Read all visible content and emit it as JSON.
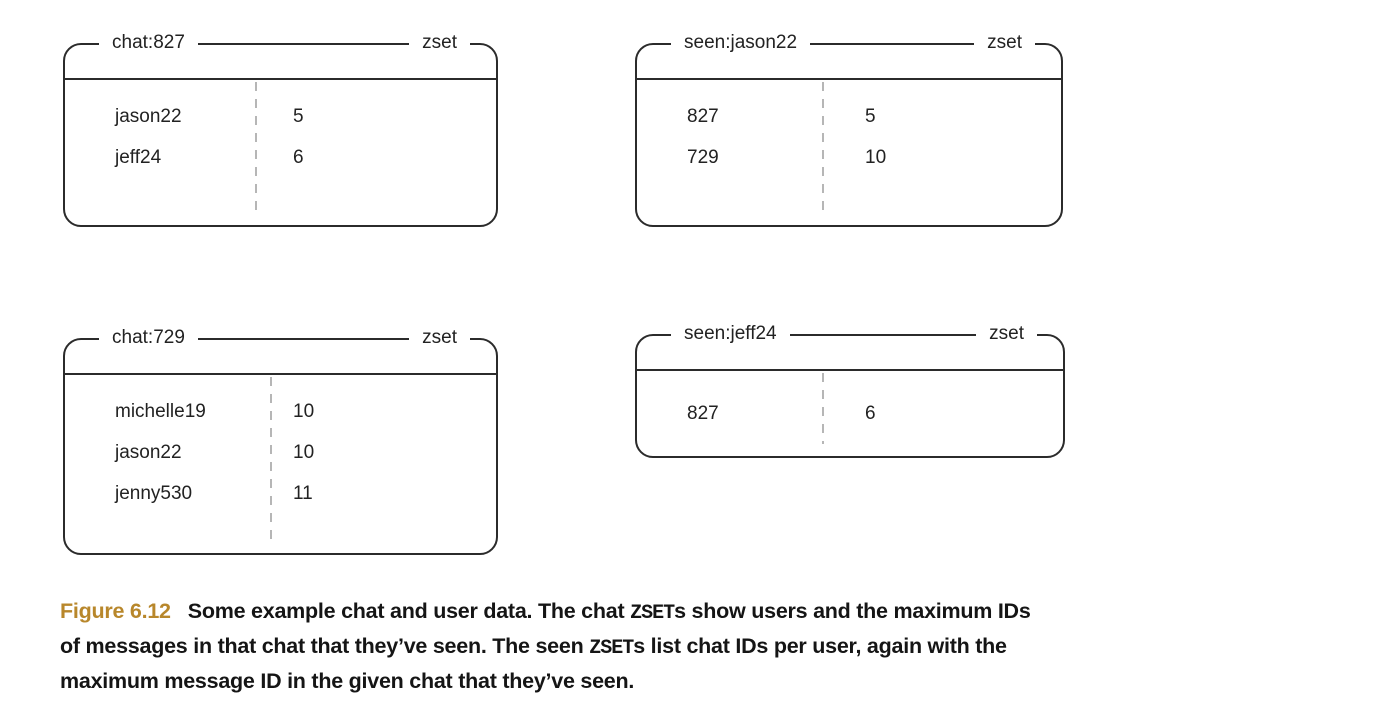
{
  "figure": {
    "boxes": [
      {
        "title": "chat:827",
        "type_label": "zset",
        "rows": [
          {
            "member": "jason22",
            "score": "5"
          },
          {
            "member": "jeff24",
            "score": "6"
          }
        ]
      },
      {
        "title": "seen:jason22",
        "type_label": "zset",
        "rows": [
          {
            "member": "827",
            "score": "5"
          },
          {
            "member": "729",
            "score": "10"
          }
        ]
      },
      {
        "title": "chat:729",
        "type_label": "zset",
        "rows": [
          {
            "member": "michelle19",
            "score": "10"
          },
          {
            "member": "jason22",
            "score": "10"
          },
          {
            "member": "jenny530",
            "score": "11"
          }
        ]
      },
      {
        "title": "seen:jeff24",
        "type_label": "zset",
        "rows": [
          {
            "member": "827",
            "score": "6"
          }
        ]
      }
    ],
    "caption": {
      "label": "Figure 6.12",
      "line1_pre": "Some example chat and user data. The chat ",
      "line1_code": "ZSET",
      "line1_post": "s show users and the maximum IDs",
      "line2_pre": "of messages in that chat that they’ve seen. The seen ",
      "line2_code": "ZSET",
      "line2_post": "s list chat IDs per user, again with the",
      "line3": "maximum message ID in the given chat that they’ve seen."
    },
    "colors": {
      "figure_label": "#b8872b",
      "box_border": "#2b2b2b",
      "column_divider": "#b6b6b6",
      "text": "#222222"
    }
  }
}
